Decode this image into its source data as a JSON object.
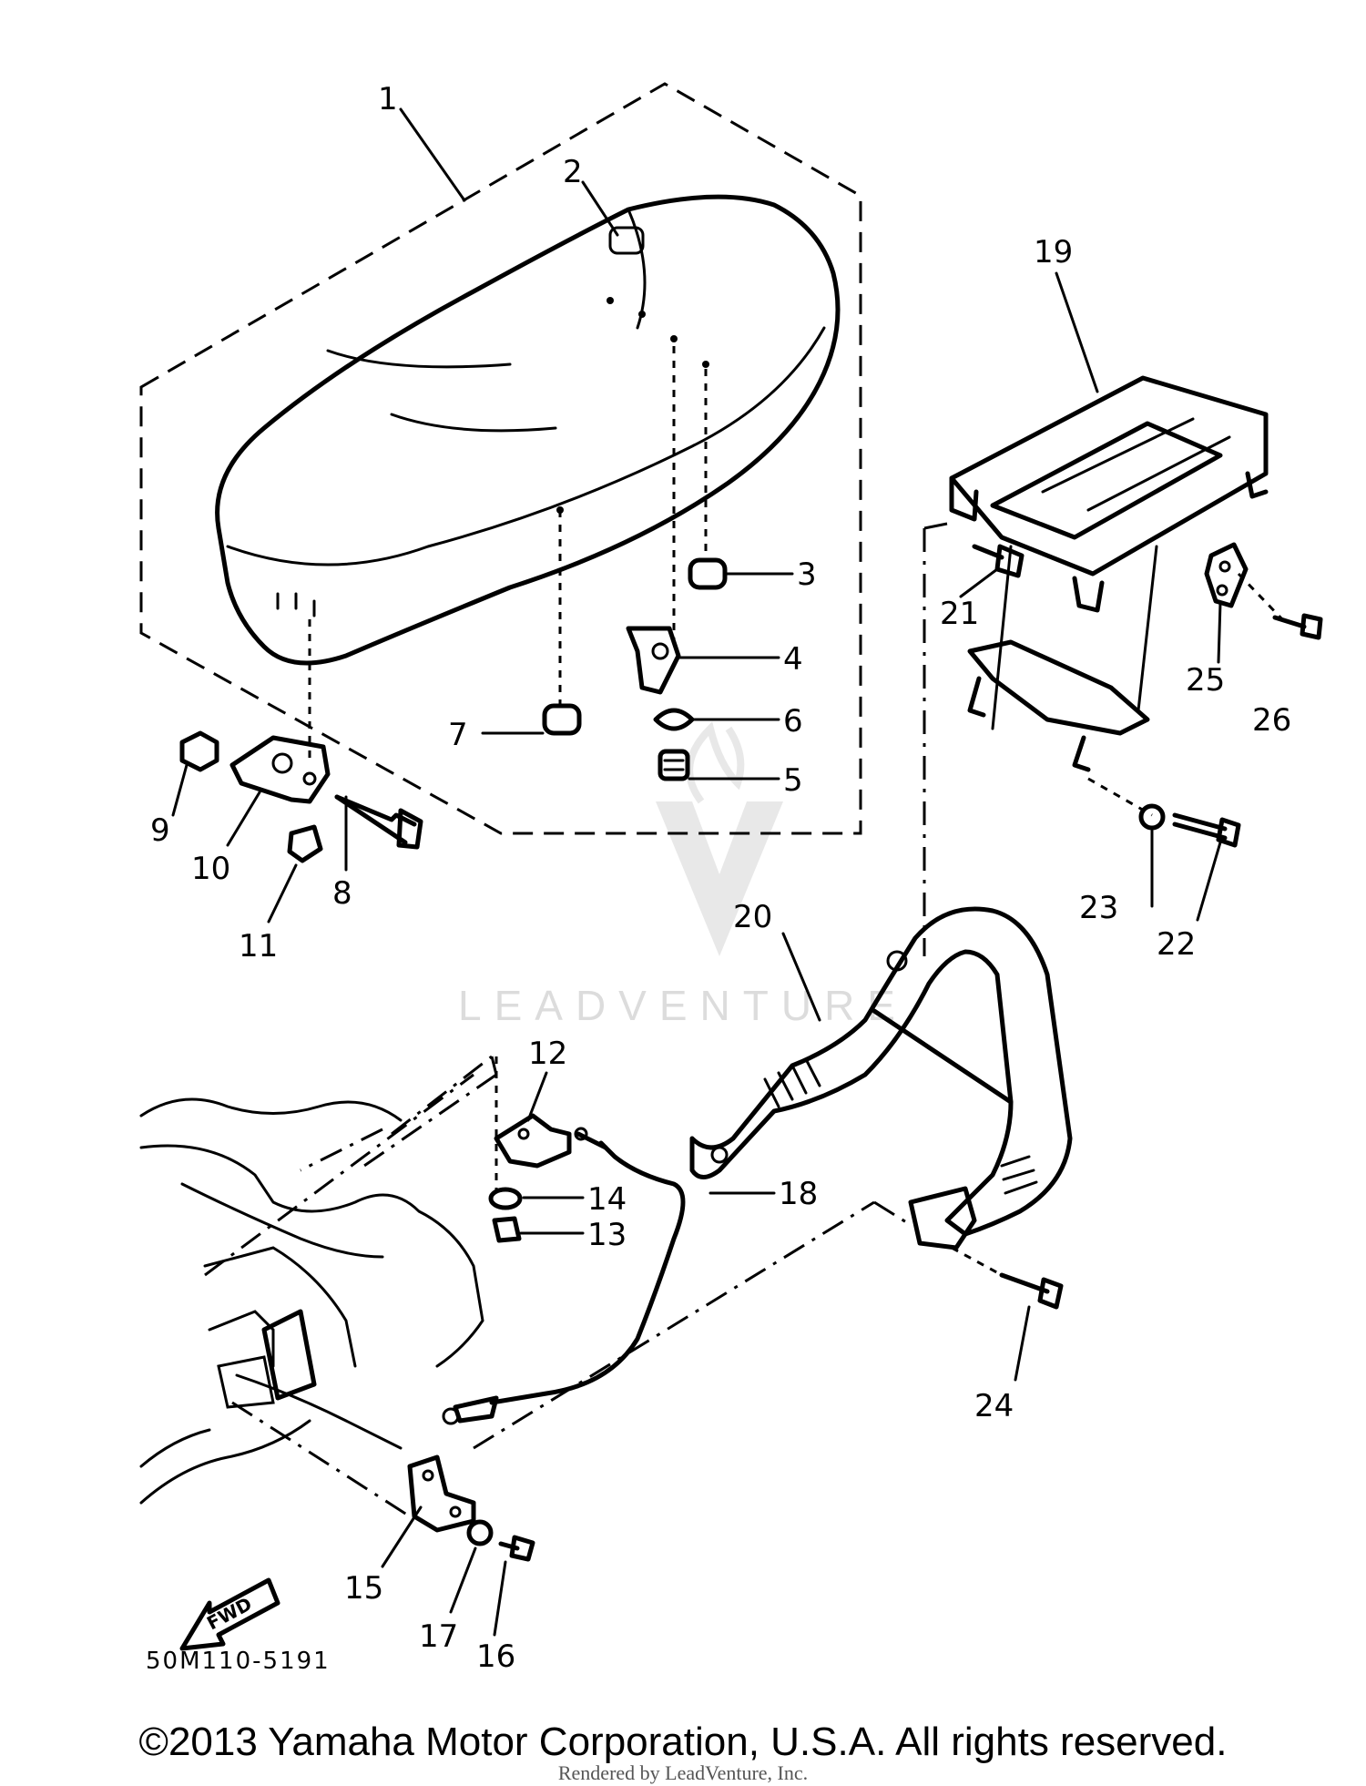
{
  "diagram": {
    "figure_code": "50M110-5191",
    "direction_label": "FWD",
    "watermark_text": "LEADVENTURE",
    "callouts": [
      "1",
      "2",
      "3",
      "4",
      "5",
      "6",
      "7",
      "8",
      "9",
      "10",
      "11",
      "12",
      "13",
      "14",
      "15",
      "16",
      "17",
      "18",
      "19",
      "20",
      "21",
      "22",
      "23",
      "24",
      "25",
      "26"
    ]
  },
  "footer": {
    "copyright": "©2013 Yamaha Motor Corporation, U.S.A. All rights reserved.",
    "rendered_by": "Rendered by LeadVenture, Inc."
  },
  "colors": {
    "ink": "#000000",
    "watermark": "#d9d9d9",
    "background": "#ffffff"
  }
}
